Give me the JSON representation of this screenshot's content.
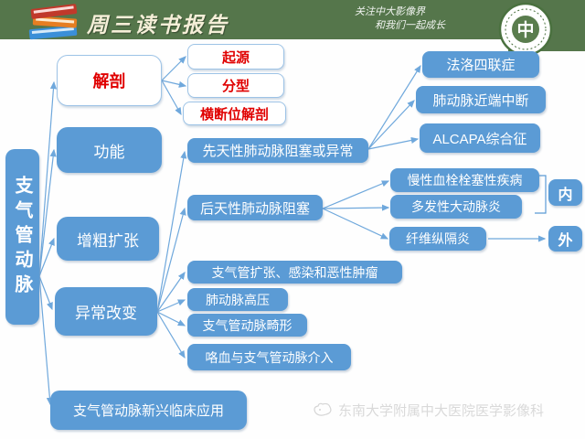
{
  "header": {
    "title": "周三读书报告",
    "slogan_line1": "关注中大影像界",
    "slogan_line2": "和我们一起成长",
    "seal_glyph": "中",
    "icons": [
      "books-stack-icon",
      "hospital-seal-icon"
    ]
  },
  "colors": {
    "header_green": "#55764b",
    "box_blue": "#5b9bd5",
    "white_box_border": "#9dc3e6",
    "red_text": "#e00000",
    "arrow_blue": "#6fa8dc"
  },
  "nodes": {
    "root": "支气管动脉",
    "anatomy": "解剖",
    "origin": "起源",
    "typing": "分型",
    "axial": "横断位解剖",
    "function": "功能",
    "congenital": "先天性肺动脉阻塞或异常",
    "tof": "法洛四联症",
    "pa_interruption": "肺动脉近端中断",
    "alcapa": "ALCAPA综合征",
    "acquired": "后天性肺动脉阻塞",
    "cteph": "慢性血栓栓塞性疾病",
    "takayasu": "多发性大动脉炎",
    "inner": "内",
    "fibrosing_mediastinitis": "纤维纵隔炎",
    "outer": "外",
    "dilation": "增粗扩张",
    "abnormal": "异常改变",
    "bronchiectasis": "支气管扩张、感染和恶性肿瘤",
    "pah": "肺动脉高压",
    "ba_malformation": "支气管动脉畸形",
    "hemoptysis": "咯血与支气管动脉介入",
    "emerging": "支气管动脉新兴临床应用"
  },
  "watermark": {
    "text": "东南大学附属中大医院医学影像科",
    "icon": "doodle-logo-icon"
  }
}
